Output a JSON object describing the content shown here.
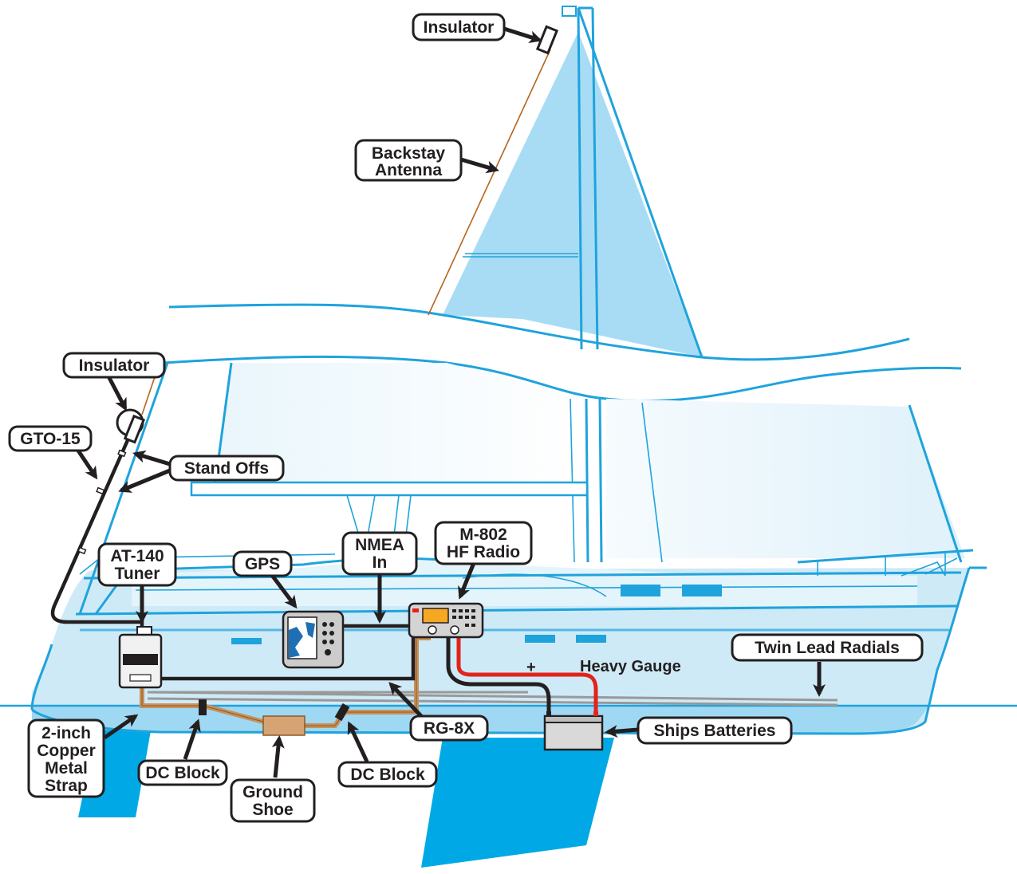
{
  "labels": {
    "insulator_top": "Insulator",
    "backstay_antenna_1": "Backstay",
    "backstay_antenna_2": "Antenna",
    "insulator_lower": "Insulator",
    "gto15": "GTO-15",
    "stand_offs": "Stand Offs",
    "at140_1": "AT-140",
    "at140_2": "Tuner",
    "gps": "GPS",
    "nmea_1": "NMEA",
    "nmea_2": "In",
    "m802_1": "M-802",
    "m802_2": "HF Radio",
    "twin_lead": "Twin Lead Radials",
    "heavy_gauge": "Heavy Gauge",
    "plus": "+",
    "minus": "–",
    "rg8x": "RG-8X",
    "ships_batteries": "Ships Batteries",
    "dc_block_left": "DC Block",
    "dc_block_right": "DC Block",
    "ground_shoe_1": "Ground",
    "ground_shoe_2": "Shoe",
    "copper_1": "2-inch",
    "copper_2": "Copper",
    "copper_3": "Metal",
    "copper_4": "Strap"
  },
  "colors": {
    "boat_outline": "#1fa3dc",
    "hull_fill": "#cfeaf7",
    "sail_fill": "#a8dcf5",
    "keel_fill": "#00a9e6",
    "label_border": "#231f20",
    "copper_strap": "#c8915a",
    "positive_wire": "#e2231a",
    "cable": "#231f20",
    "radial": "#999999",
    "backstay": "#b5651d"
  }
}
